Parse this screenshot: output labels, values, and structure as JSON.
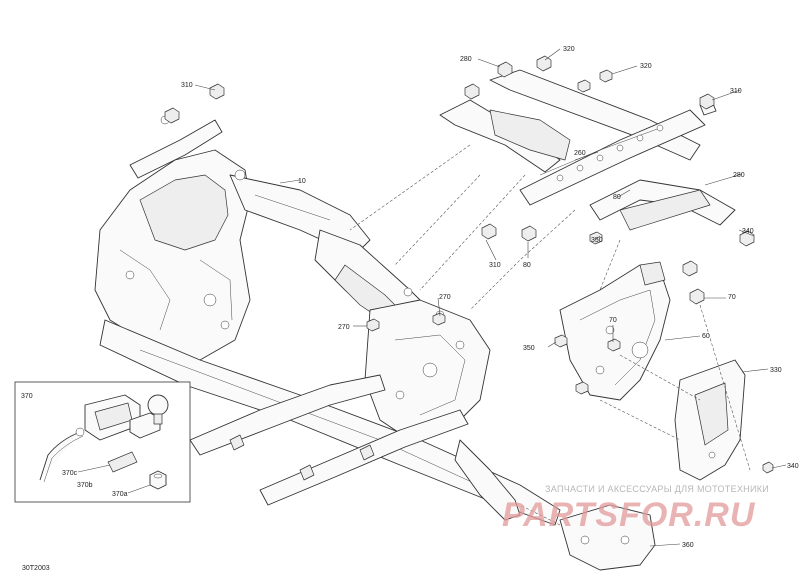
{
  "diagram_code": "30T2003",
  "callouts": {
    "c10": "10",
    "c260": "260",
    "c270a": "270",
    "c270b": "270",
    "c280a": "280",
    "c280b": "280",
    "c310a": "310",
    "c310b": "310",
    "c310c": "310",
    "c320a": "320",
    "c320b": "320",
    "c330": "330",
    "c340a": "340",
    "c340b": "340",
    "c350a": "350",
    "c350b": "350",
    "c360": "360",
    "c60": "60",
    "c70a": "70",
    "c70b": "70",
    "c80a": "80",
    "c80b": "80"
  },
  "inset": {
    "title": "370",
    "label_a": "370a",
    "label_b": "370b",
    "label_c": "370c"
  },
  "watermark": {
    "tagline": "ЗАПЧАСТИ И АКСЕССУАРЫ ДЛЯ МОТОТЕХНИКИ",
    "brand": "PARTSFOR.RU"
  }
}
